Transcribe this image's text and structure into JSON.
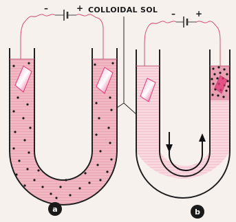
{
  "title": "COLLOIDAL SOL",
  "apparatus": [
    {
      "id": "a",
      "label": "a",
      "left_sign": "–",
      "right_sign": "+"
    },
    {
      "id": "b",
      "label": "b",
      "left_sign": "–",
      "right_sign": "+"
    }
  ],
  "colors": {
    "background": "#f7f1ee",
    "liquid": "#f1b8c4",
    "liquid_clear": "#f8d7de",
    "wire": "#d24f6f",
    "electrode": "#e23a76",
    "particle": "#1c1c1c",
    "badge": "#1a1a1a",
    "tube_outline": "#1f1f1f"
  },
  "icons": [
    "battery-icon",
    "electrode-icon",
    "flow-arrow-icon"
  ]
}
